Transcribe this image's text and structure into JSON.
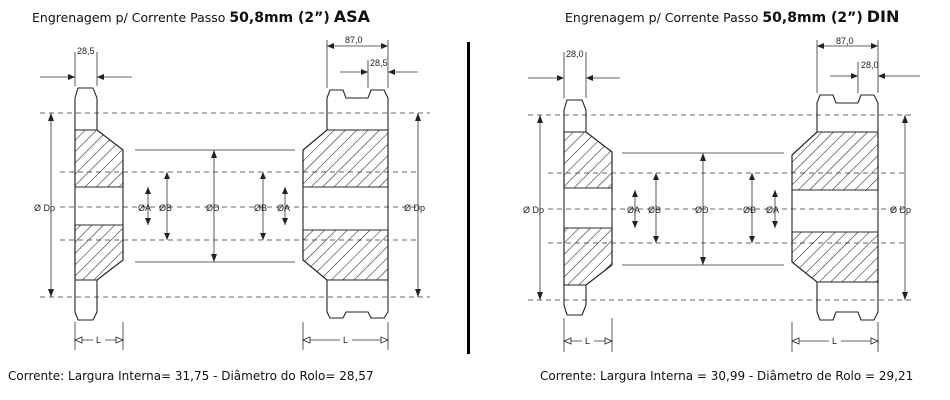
{
  "asa": {
    "title_prefix": "Engrenagem p/ Corrente Passo",
    "title_size": "50,8mm (2”)",
    "title_standard": "ASA",
    "single_width": "28,5",
    "double_total": "87,0",
    "double_width": "28,5",
    "footer": "Corrente: Largura Interna= 31,75 - Diâmetro do Rolo= 28,57"
  },
  "din": {
    "title_prefix": "Engrenagem p/ Corrente Passo",
    "title_size": "50,8mm (2”)",
    "title_standard": "DIN",
    "single_width": "28,0",
    "double_total": "87,0",
    "double_width": "28,0",
    "footer": "Corrente: Largura Interna = 30,99 - Diâmetro de Rolo = 29,21"
  },
  "labels": {
    "pitch_diameter": "Ø Dp",
    "bore": "ØA",
    "hub": "ØB",
    "shaft": "ØD",
    "length": "L"
  }
}
